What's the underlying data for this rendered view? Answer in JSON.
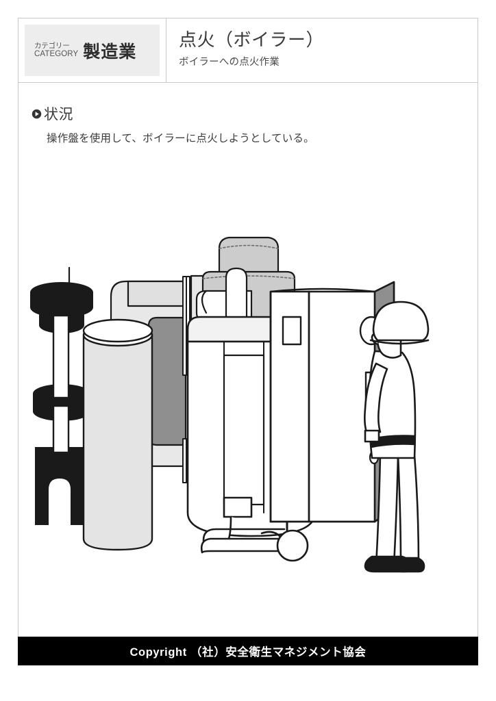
{
  "header": {
    "category_label_jp": "カテゴリー",
    "category_label_en": "CATEGORY",
    "category_value": "製造業",
    "title": "点火（ボイラー）",
    "subtitle": "ボイラーへの点火作業"
  },
  "section": {
    "bullet_icon": "play-circle-icon",
    "heading": "状況",
    "text": "操作盤を使用して、ボイラーに点火しようとしている。"
  },
  "illustration": {
    "name": "boiler-ignition-illustration",
    "description": "作業者が操作盤の前に立ち、ボイラーに点火しようとしている線画",
    "colors": {
      "outline": "#1a1a1a",
      "white": "#ffffff",
      "light_gray": "#e8e8e8",
      "mid_gray": "#c9c9c9",
      "dark_gray": "#8f8f8f",
      "black": "#1a1a1a"
    },
    "parts": [
      "boiler-stack",
      "boiler-body",
      "control-panel",
      "worker",
      "valve-stack",
      "cylinder-tank",
      "pipe-elbow"
    ]
  },
  "footer": {
    "copyright": "Copyright （社）安全衛生マネジメント協会"
  },
  "theme": {
    "border": "#c9c9c9",
    "chip_bg": "#ededed",
    "footer_bg": "#000000",
    "text": "#3a3a3a"
  }
}
